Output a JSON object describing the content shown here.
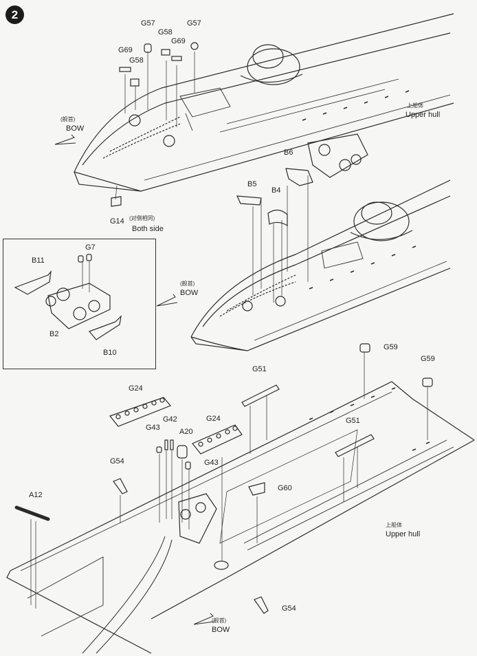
{
  "step": {
    "number": "2"
  },
  "labels": {
    "g57a": "G57",
    "g57b": "G57",
    "g58a": "G58",
    "g58b": "G58",
    "g69a": "G69",
    "g69b": "G69",
    "g14": "G14",
    "both_side_zh": "(对侧相同)",
    "both_side": "Both side",
    "bow1_zh": "(舰首)",
    "bow1": "BOW",
    "upper_hull1_zh": "上船体",
    "upper_hull1": "Upper hull",
    "b6": "B6",
    "b5": "B5",
    "b4": "B4",
    "bow2_zh": "(舰首)",
    "bow2": "BOW",
    "g7": "G7",
    "b11": "B11",
    "b2": "B2",
    "b10": "B10",
    "g59a": "G59",
    "g59b": "G59",
    "g51a": "G51",
    "g51b": "G51",
    "g24a": "G24",
    "g24b": "G24",
    "g42": "G42",
    "g43a": "G43",
    "g43b": "G43",
    "a20": "A20",
    "g54a": "G54",
    "g54b": "G54",
    "a12": "A12",
    "g60": "G60",
    "upper_hull2_zh": "上船体",
    "upper_hull2": "Upper hull",
    "bow3_zh": "(舰首)",
    "bow3": "BOW"
  },
  "colors": {
    "ink": "#222222",
    "paper": "#f6f6f4",
    "badge": "#1c1c1c"
  }
}
